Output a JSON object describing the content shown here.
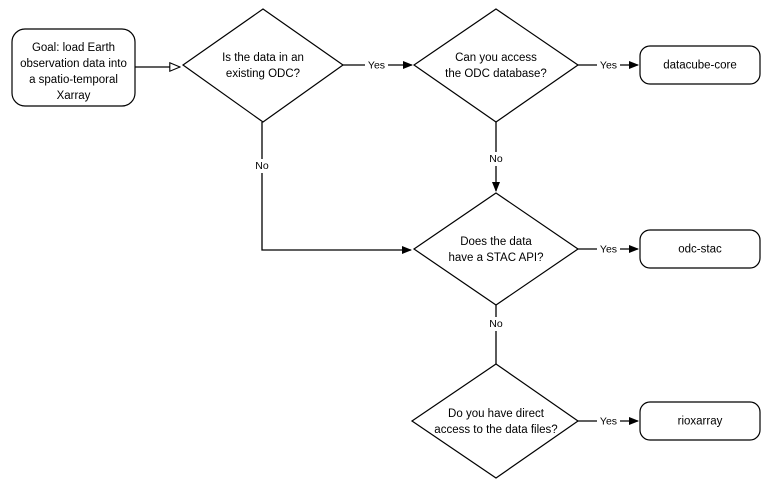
{
  "diagram": {
    "title": "Earth observation data loading decision flowchart",
    "background_color": "#ffffff",
    "stroke_color": "#000000",
    "type": "flowchart"
  },
  "nodes": {
    "start": {
      "id": "start",
      "shape": "rounded-rectangle",
      "lines": [
        "Goal: load Earth",
        "observation data into",
        "a spatio-temporal",
        "Xarray"
      ],
      "text": "Goal: load Earth observation data into a spatio-temporal Xarray"
    },
    "decision_odc": {
      "id": "decision_odc",
      "shape": "diamond",
      "lines": [
        "Is the data in an",
        "existing ODC?"
      ],
      "text": "Is the data in an existing ODC?"
    },
    "decision_db": {
      "id": "decision_db",
      "shape": "diamond",
      "lines": [
        "Can you access",
        "the ODC database?"
      ],
      "text": "Can you access the ODC database?"
    },
    "decision_stac": {
      "id": "decision_stac",
      "shape": "diamond",
      "lines": [
        "Does the data",
        "have a STAC API?"
      ],
      "text": "Does the data have a STAC API?"
    },
    "decision_files": {
      "id": "decision_files",
      "shape": "diamond",
      "lines": [
        "Do you have direct",
        "access to the data files?"
      ],
      "text": "Do you have direct access to the data files?"
    },
    "result_datacube_core": {
      "id": "result_datacube_core",
      "shape": "rounded-rectangle",
      "lines": [
        "datacube-core"
      ],
      "text": "datacube-core"
    },
    "result_odc_stac": {
      "id": "result_odc_stac",
      "shape": "rounded-rectangle",
      "lines": [
        "odc-stac"
      ],
      "text": "odc-stac"
    },
    "result_rioxarray": {
      "id": "result_rioxarray",
      "shape": "rounded-rectangle",
      "lines": [
        "rioxarray"
      ],
      "text": "rioxarray"
    }
  },
  "edges": {
    "start_to_odc": {
      "label": "",
      "from": "start",
      "to": "decision_odc",
      "arrow": "hollow"
    },
    "odc_yes": {
      "label": "Yes",
      "from": "decision_odc",
      "to": "decision_db",
      "arrow": "filled"
    },
    "odc_no": {
      "label": "No",
      "from": "decision_odc",
      "to": "decision_stac",
      "arrow": "filled"
    },
    "db_yes": {
      "label": "Yes",
      "from": "decision_db",
      "to": "result_datacube_core",
      "arrow": "filled"
    },
    "db_no": {
      "label": "No",
      "from": "decision_db",
      "to": "decision_stac",
      "arrow": "filled"
    },
    "stac_yes": {
      "label": "Yes",
      "from": "decision_stac",
      "to": "result_odc_stac",
      "arrow": "filled"
    },
    "stac_no": {
      "label": "No",
      "from": "decision_stac",
      "to": "decision_files",
      "arrow": "none"
    },
    "files_yes": {
      "label": "Yes",
      "from": "decision_files",
      "to": "result_rioxarray",
      "arrow": "filled"
    }
  }
}
